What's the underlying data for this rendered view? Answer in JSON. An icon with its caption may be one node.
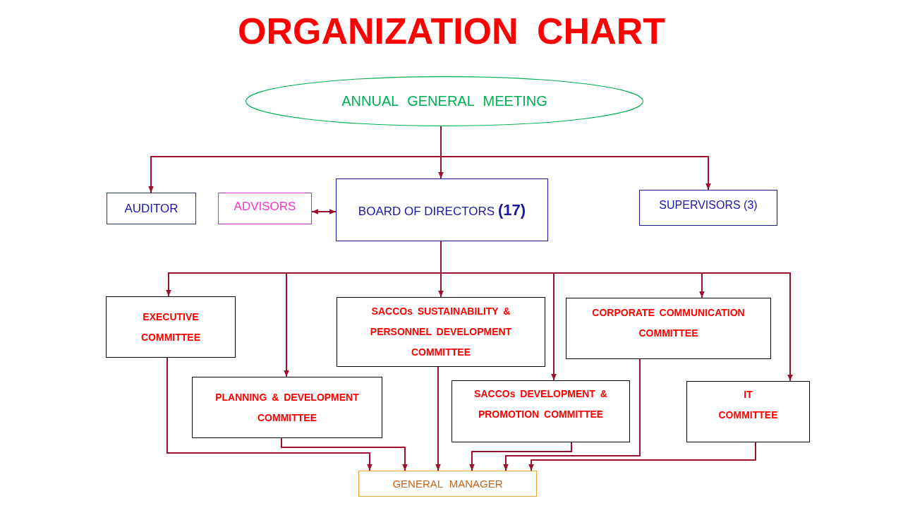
{
  "diagram": {
    "title": "ORGANIZATION CHART",
    "nodes": [
      {
        "text": [
          "ANNUAL GENERAL MEETING"
        ]
      },
      {
        "text": [
          "AUDITOR"
        ]
      },
      {
        "text": [
          "ADVISORS"
        ]
      },
      {
        "text": [
          "BOARD OF DIRECTORS **(17)**"
        ]
      },
      {
        "text": [
          "SUPERVISORS (3)"
        ]
      },
      {
        "text": [
          "EXECUTIVE COMMITTEE"
        ]
      },
      {
        "text": [
          "SACCOs SUSTAINABILITY & PERSONNEL DEVELOPMENT COMMITTEE"
        ]
      },
      {
        "text": [
          "CORPORATE COMMUNICATION COMMITTEE"
        ]
      },
      {
        "text": [
          "PLANNING & DEVELOPMENT COMMITTEE"
        ]
      },
      {
        "text": [
          "SACCOs DEVELOPMENT & PROMOTION COMMITTEE"
        ]
      },
      {
        "text": [
          "IT COMMITTEE"
        ]
      },
      {
        "text": [
          "GENERAL MANAGER"
        ]
      }
    ],
    "edges": [
      {
        "from": 0,
        "to": 1,
        "arrow": "to"
      },
      {
        "from": 0,
        "to": 3,
        "arrow": "to"
      },
      {
        "from": 0,
        "to": 4,
        "arrow": "to"
      },
      {
        "from": 2,
        "to": 3,
        "arrow": "both"
      },
      {
        "from": 3,
        "to": 5,
        "arrow": "to"
      },
      {
        "from": 3,
        "to": 8,
        "arrow": "to"
      },
      {
        "from": 3,
        "to": 6,
        "arrow": "to"
      },
      {
        "from": 3,
        "to": 9,
        "arrow": "to"
      },
      {
        "from": 3,
        "to": 7,
        "arrow": "to"
      },
      {
        "from": 3,
        "to": 10,
        "arrow": "to"
      },
      {
        "from": 5,
        "to": 11,
        "arrow": "to"
      },
      {
        "from": 8,
        "to": 11,
        "arrow": "to"
      },
      {
        "from": 6,
        "to": 11,
        "arrow": "to"
      },
      {
        "from": 9,
        "to": 11,
        "arrow": "to"
      },
      {
        "from": 7,
        "to": 11,
        "arrow": "to"
      },
      {
        "from": 10,
        "to": 11,
        "arrow": "to"
      }
    ]
  }
}
